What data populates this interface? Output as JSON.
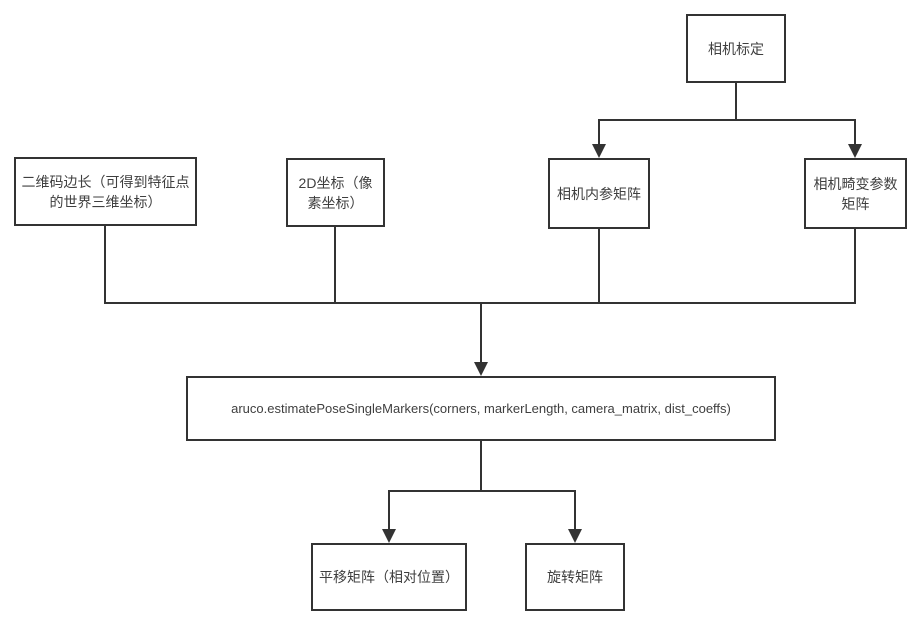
{
  "colors": {
    "background": "#ffffff",
    "line": "#333333",
    "text": "#3f3f3f"
  },
  "nodes": {
    "camera_calibration": "相机标定",
    "marker_length": "二维码边长（可得到特征点的世界三维坐标）",
    "coords_2d": "2D坐标（像素坐标）",
    "intrinsic_matrix": "相机内参矩阵",
    "distortion_matrix": "相机畸变参数矩阵",
    "estimate_pose": "aruco.estimatePoseSingleMarkers(corners, markerLength, camera_matrix, dist_coeffs)",
    "translation_matrix": "平移矩阵（相对位置）",
    "rotation_matrix": "旋转矩阵"
  }
}
